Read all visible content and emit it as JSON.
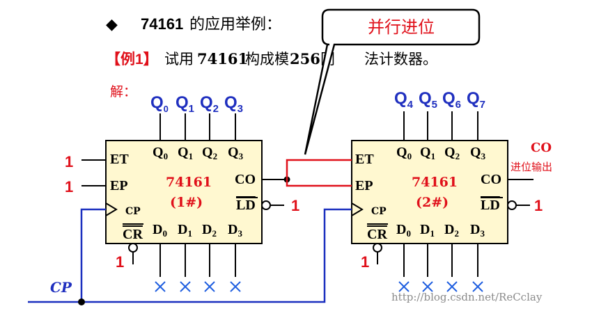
{
  "heading": {
    "bullet": "◆",
    "chip": "74161",
    "text": "的应用举例："
  },
  "example": {
    "tag": "【例1】",
    "text_a": "试用",
    "chip": "74161",
    "text_b": "构成模",
    "num": "256",
    "text_c": "同",
    "text_d": "法计数器。"
  },
  "solution_label": "解：",
  "callout": {
    "text": "并行进位"
  },
  "chip1": {
    "name": "74161",
    "id": "(1#)",
    "et": "ET",
    "ep": "EP",
    "cp": "CP",
    "cr": "CR",
    "co": "CO",
    "ld": "LD",
    "q": [
      "Q",
      "Q",
      "Q",
      "Q"
    ],
    "qsub": [
      "0",
      "1",
      "2",
      "3"
    ],
    "d": [
      "D",
      "D",
      "D",
      "D"
    ],
    "dsub": [
      "0",
      "1",
      "2",
      "3"
    ],
    "outer_q": [
      "Q",
      "Q",
      "Q",
      "Q"
    ],
    "outer_qsub": [
      "0",
      "1",
      "2",
      "3"
    ],
    "et_in": "1",
    "ep_in": "1",
    "ld_in": "1",
    "cr_in": "1"
  },
  "chip2": {
    "name": "74161",
    "id": "(2#)",
    "et": "ET",
    "ep": "EP",
    "cp": "CP",
    "cr": "CR",
    "co": "CO",
    "ld": "LD",
    "q": [
      "Q",
      "Q",
      "Q",
      "Q"
    ],
    "qsub": [
      "0",
      "1",
      "2",
      "3"
    ],
    "d": [
      "D",
      "D",
      "D",
      "D"
    ],
    "dsub": [
      "0",
      "1",
      "2",
      "3"
    ],
    "outer_q": [
      "Q",
      "Q",
      "Q",
      "Q"
    ],
    "outer_qsub": [
      "4",
      "5",
      "6",
      "7"
    ],
    "ld_in": "1",
    "cr_in": "1",
    "co_out_label": "CO",
    "co_out_desc": "进位输出"
  },
  "clock_label": "CP",
  "unused_mark": "×",
  "watermark": "http://blog.csdn.net/ReCclay",
  "colors": {
    "blue": "#1f2fbf",
    "red": "#e0101a",
    "chip_fill": "#fff8d0"
  }
}
